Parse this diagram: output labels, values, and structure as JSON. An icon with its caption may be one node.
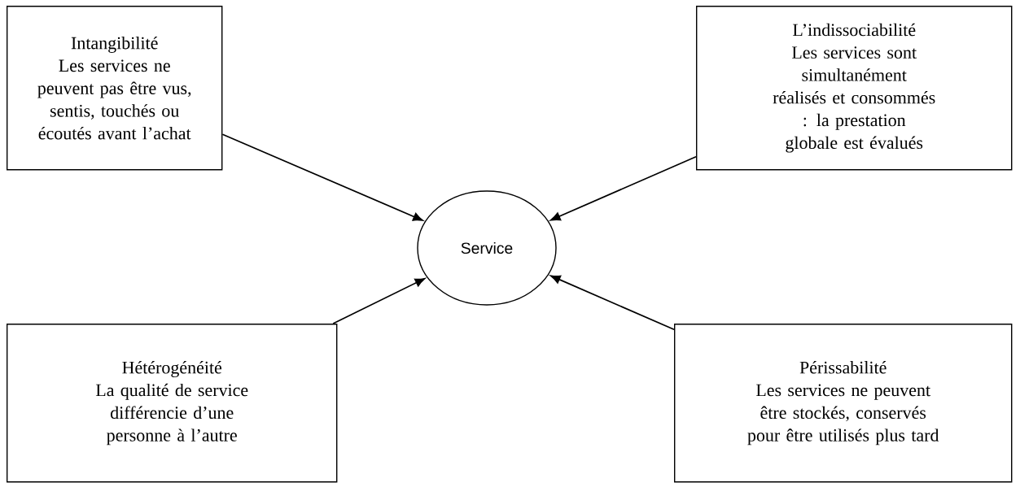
{
  "diagram": {
    "nodes": [
      {
        "text": [
          "Intangibilité",
          "Les services ne peuvent pas être vus, sentis, touchés ou écoutés avant l’achat"
        ]
      },
      {
        "text": [
          "L’indissociabilité",
          "Les services sont simultanément réalisés et consommés : la prestation globale est évalués"
        ]
      },
      {
        "text": [
          "Hétérogénéité",
          "La qualité de service différencie d’une personne à l’autre"
        ]
      },
      {
        "text": [
          "Périssabilité",
          "Les services ne peuvent être stockés, conservés pour être utilisés plus tard"
        ]
      },
      {
        "text": [
          "Service"
        ]
      }
    ],
    "edges": [
      {
        "from": 0,
        "to": 4,
        "arrow": "to"
      },
      {
        "from": 1,
        "to": 4,
        "arrow": "to"
      },
      {
        "from": 2,
        "to": 4,
        "arrow": "to"
      },
      {
        "from": 3,
        "to": 4,
        "arrow": "to"
      }
    ]
  }
}
